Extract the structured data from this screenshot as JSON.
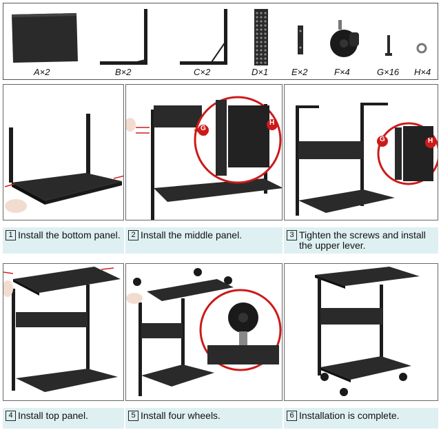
{
  "parts": [
    {
      "id": "A",
      "label": "A×2"
    },
    {
      "id": "B",
      "label": "B×2"
    },
    {
      "id": "C",
      "label": "C×2"
    },
    {
      "id": "D",
      "label": "D×1"
    },
    {
      "id": "E",
      "label": "E×2"
    },
    {
      "id": "F",
      "label": "F×4"
    },
    {
      "id": "G",
      "label": "G×16"
    },
    {
      "id": "H",
      "label": "H×4"
    }
  ],
  "steps": [
    {
      "num": "1",
      "text": "Install the bottom panel."
    },
    {
      "num": "2",
      "text": "Install the middle panel."
    },
    {
      "num": "3",
      "text": "Tighten the screws and install the upper lever."
    },
    {
      "num": "4",
      "text": "Install top panel."
    },
    {
      "num": "5",
      "text": "Install four wheels."
    },
    {
      "num": "6",
      "text": "Installation is complete."
    }
  ],
  "callouts": {
    "screw": "G",
    "nut": "H"
  },
  "colors": {
    "metal": "#1c1c1c",
    "caption_bg": "#dff0f2",
    "arrow": "#d21d1d"
  }
}
